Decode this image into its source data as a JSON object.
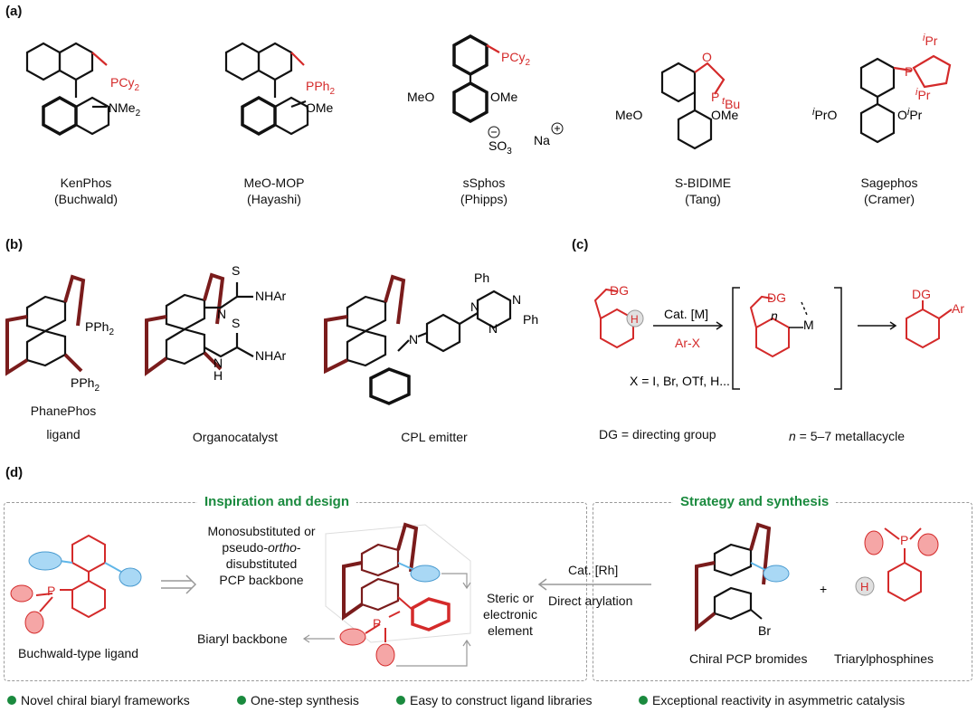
{
  "panels": {
    "a": "(a)",
    "b": "(b)",
    "c": "(c)",
    "d": "(d)"
  },
  "panel_a": {
    "ligands": [
      {
        "name": "KenPhos",
        "author": "(Buchwald)",
        "pr": "PCy",
        "pr_sub": "2",
        "sub1": "NMe",
        "sub1_sub": "2"
      },
      {
        "name": "MeO-MOP",
        "author": "(Hayashi)",
        "pr": "PPh",
        "pr_sub": "2",
        "sub1": "OMe"
      },
      {
        "name": "sSphos",
        "author": "(Phipps)",
        "pr": "PCy",
        "pr_sub": "2",
        "sub1": "MeO",
        "sub2": "OMe",
        "sub3": "SO",
        "sub3_sub": "3",
        "na": "Na"
      },
      {
        "name": "S-BIDIME",
        "author": "(Tang)",
        "o": "O",
        "p": "P",
        "tbu_pre": "t",
        "tbu": "Bu",
        "sub1": "MeO",
        "sub2": "OMe"
      },
      {
        "name": "Sagephos",
        "author": "(Cramer)",
        "p": "P",
        "ipr_pre": "i",
        "ipr": "Pr",
        "sub1_pre": "i",
        "sub1": "PrO",
        "sub2": "O",
        "sub2_pre": "i",
        "sub2_post": "Pr"
      }
    ]
  },
  "panel_b": {
    "items": [
      {
        "caption1": "PhanePhos",
        "caption2": "ligand",
        "pph2_a": "PPh",
        "pph2_a_sub": "2",
        "pph2_b": "PPh",
        "pph2_b_sub": "2"
      },
      {
        "caption1": "Organocatalyst",
        "s": "S",
        "n": "N",
        "h": "H",
        "nhar": "NHAr"
      },
      {
        "caption1": "CPL emitter",
        "ph": "Ph",
        "n": "N"
      }
    ]
  },
  "panel_c": {
    "dg": "DG",
    "h": "H",
    "cat": "Cat. [M]",
    "arx": "Ar-X",
    "x_list": "X = I, Br, OTf, H...",
    "n_label": "n",
    "m": "M",
    "ar": "Ar",
    "dg_def": "DG = directing group",
    "metallacycle_n": "n",
    "metallacycle": " = 5–7 metallacycle"
  },
  "panel_d": {
    "inspiration": "Inspiration and design",
    "strategy": "Strategy and synthesis",
    "buchwald": "Buchwald-type ligand",
    "mono1": "Monosubstituted or",
    "mono2a": "pseudo-",
    "mono2b": "ortho",
    "mono2c": "-",
    "mono3": "disubstituted",
    "mono4": "PCP backbone",
    "steric1": "Steric or",
    "steric2": "electronic",
    "steric3": "element",
    "biaryl": "Biaryl backbone",
    "cat_rh": "Cat. [Rh]",
    "direct": "Direct arylation",
    "chiral": "Chiral PCP bromides",
    "triaryl": "Triarylphosphines",
    "plus": "+",
    "p": "P",
    "h": "H",
    "br": "Br"
  },
  "bullets": [
    "Novel chiral biaryl frameworks",
    "One-step synthesis",
    "Easy to construct ligand libraries",
    "Exceptional reactivity in asymmetric catalysis"
  ],
  "colors": {
    "red": "#d42a2a",
    "dark_red": "#7a1c1c",
    "green": "#1a8a3e",
    "blue": "#5fb6e8",
    "pink": "#f08a8a"
  }
}
